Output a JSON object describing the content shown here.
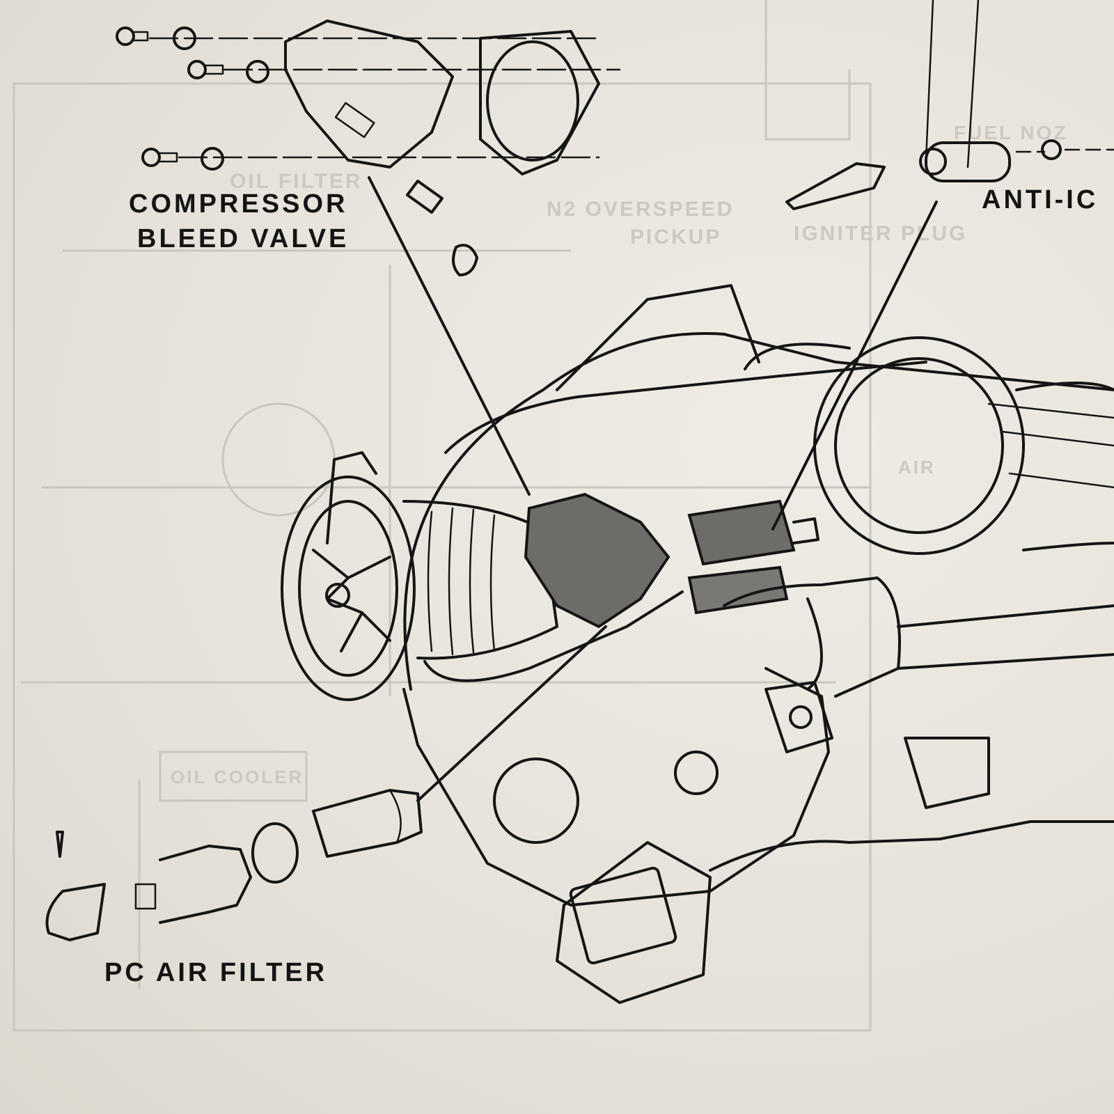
{
  "diagram": {
    "labels": {
      "compressor_bleed_valve": [
        "COMPRESSOR",
        "BLEED VALVE"
      ],
      "anti_ice": "ANTI-IC",
      "pc_air_filter": "PC AIR FILTER"
    },
    "background_labels": {
      "oil_filter": "OIL FILTER",
      "n2_overspeed": "N2 OVERSPEED",
      "pickup": "PICKUP",
      "igniter_plug": "IGNITER PLUG",
      "fuel_noz": "FUEL NOZ",
      "oil_cooler": "OIL COOLER",
      "air": "AIR"
    },
    "colors": {
      "ink": "#151515",
      "paper": "#e9e6de",
      "ghost": "#c9c6bd",
      "shade": "#6e6c68"
    }
  }
}
